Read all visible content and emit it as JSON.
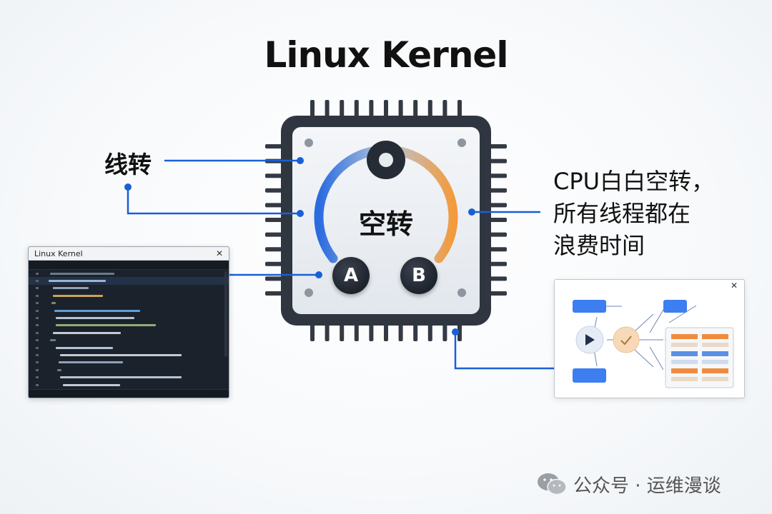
{
  "title": "Linux Kernel",
  "labels": {
    "left": "线转",
    "right_lines": [
      "CPU白白空转，",
      "所有线程都在",
      "浪费时间"
    ]
  },
  "chip": {
    "center_label": "空转",
    "node_a": "A",
    "node_b": "B"
  },
  "code_window": {
    "title": "Linux Kernel",
    "close_glyph": "✕"
  },
  "flow_window": {
    "close_glyph": "✕"
  },
  "watermark": {
    "text": "公众号 · 运维漫谈"
  },
  "colors": {
    "connector_blue": "#1a5fd6",
    "gauge_blue": "#2a6be0",
    "gauge_orange": "#f39a3c",
    "chip_dark": "#2f3640",
    "chip_face": "#e9edf2"
  },
  "icons": {
    "play": "play-icon",
    "check": "check-icon",
    "wechat": "wechat-icon"
  }
}
